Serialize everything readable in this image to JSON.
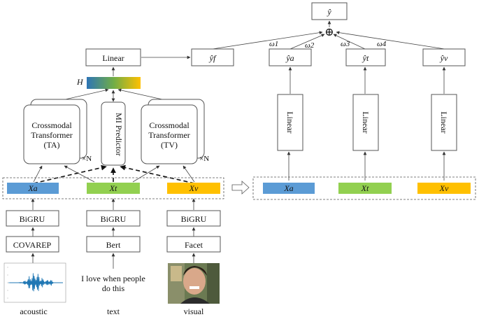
{
  "output": {
    "y_hat": "ŷ",
    "oplus": "⊕",
    "weights": [
      "ω1",
      "ω2",
      "ω3",
      "ω4"
    ]
  },
  "fusion": {
    "linear": "Linear",
    "y_f": "ŷf",
    "H": "H"
  },
  "crossmodal": {
    "ta": [
      "Crossmodal",
      "Transformer",
      "(TA)"
    ],
    "tv": [
      "Crossmodal",
      "Transformer",
      "(TV)"
    ],
    "times_n": "×N",
    "mi_predictor": "MI Predictor"
  },
  "features": {
    "xa": "Xa",
    "xt": "Xt",
    "xv": "Xv"
  },
  "encoders": {
    "bigru": "BiGRU",
    "covarep": "COVAREP",
    "bert": "Bert",
    "facet": "Facet"
  },
  "inputs": {
    "text_sample": [
      "I love when people",
      "do this"
    ],
    "acoustic": "acoustic",
    "text": "text",
    "visual": "visual"
  },
  "unimodal": {
    "linear": "Linear",
    "y_a": "ŷa",
    "y_t": "ŷt",
    "y_v": "ŷv"
  },
  "colors": {
    "acoustic": "#5b9bd5",
    "text": "#92d050",
    "visual": "#ffc000",
    "gradient_start": "#2e75b6",
    "gradient_mid": "#70ad47",
    "gradient_end": "#ffc000"
  }
}
